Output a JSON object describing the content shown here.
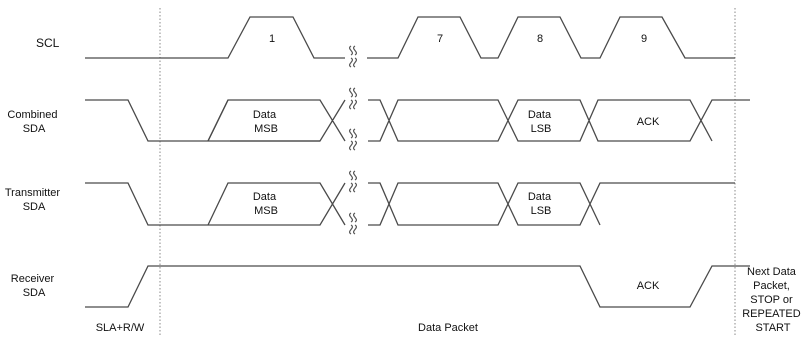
{
  "signals": {
    "scl": "SCL",
    "combined_sda": [
      "Combined",
      "SDA"
    ],
    "transmitter_sda": [
      "Transmitter",
      "SDA"
    ],
    "receiver_sda": [
      "Receiver",
      "SDA"
    ]
  },
  "clock_numbers": [
    "1",
    "7",
    "8",
    "9"
  ],
  "bits": {
    "data_msb": [
      "Data",
      "MSB"
    ],
    "data_lsb": [
      "Data",
      "LSB"
    ],
    "ack": "ACK"
  },
  "phases": {
    "sla_rw": "SLA+R/W",
    "data_packet": "Data Packet",
    "next": [
      "Next Data",
      "Packet,",
      "STOP or",
      "REPEATED",
      "START"
    ]
  }
}
